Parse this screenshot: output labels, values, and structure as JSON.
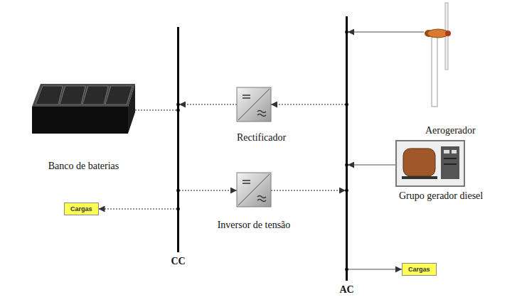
{
  "diagram": {
    "nodes": [
      {
        "text": [
          "Banco de baterias"
        ]
      },
      {
        "text": [
          "Cargas"
        ]
      },
      {
        "text": [
          "CC"
        ]
      },
      {
        "text": [
          "Rectificador"
        ]
      },
      {
        "text": [
          "Inversor de tensão"
        ]
      },
      {
        "text": [
          "AC"
        ]
      },
      {
        "text": [
          "Aerogerador"
        ]
      },
      {
        "text": [
          "Grupo gerador diesel"
        ]
      },
      {
        "text": [
          "Cargas"
        ]
      }
    ],
    "edges": [
      {
        "from": 0,
        "to": 2,
        "arrow": "none"
      },
      {
        "from": 2,
        "to": 1,
        "arrow": "to"
      },
      {
        "from": 5,
        "to": 3,
        "arrow": "to"
      },
      {
        "from": 3,
        "to": 2,
        "arrow": "to"
      },
      {
        "from": 2,
        "to": 4,
        "arrow": "to"
      },
      {
        "from": 4,
        "to": 5,
        "arrow": "to"
      },
      {
        "from": 6,
        "to": 5,
        "arrow": "to"
      },
      {
        "from": 7,
        "to": 5,
        "arrow": "to"
      },
      {
        "from": 5,
        "to": 8,
        "arrow": "to"
      }
    ]
  }
}
